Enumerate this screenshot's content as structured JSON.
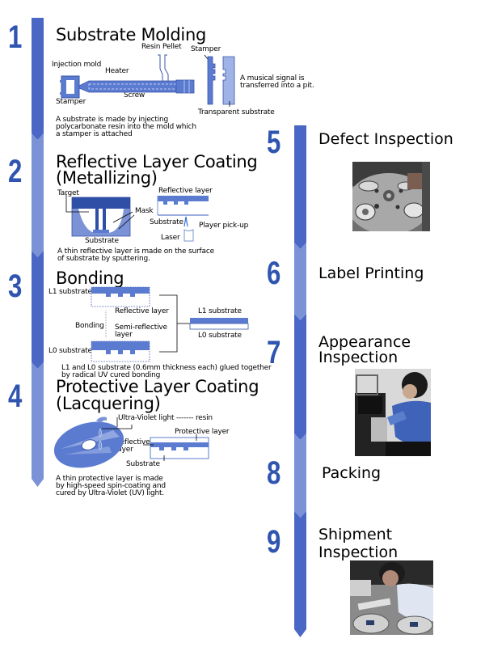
{
  "colors": {
    "bar_dark": "#4a67c6",
    "bar_light": "#7b93d6",
    "step_number": "#2f55b0",
    "diagram_fill": "#5b7bd0",
    "diagram_light": "#9fb3e6"
  },
  "steps": [
    {
      "number": "1",
      "title": "Substrate Molding",
      "labels": {
        "resin_pellet": "Resin Pellet",
        "stamper_top": "Stamper",
        "injection_mold": "Injection mold",
        "heater": "Heater",
        "screw": "Screw",
        "stamper_bottom": "Stamper",
        "transparent_substrate": "Transparent substrate",
        "signal_line1": "A musical signal is",
        "signal_line2": "transferred into a pit."
      },
      "description": [
        "A substrate is made by injecting",
        "polycarbonate resin into the mold which",
        "a stamper is attached"
      ]
    },
    {
      "number": "2",
      "title_line1": "Reflective Layer Coating",
      "title_line2": "(Metallizing)",
      "labels": {
        "target": "Target",
        "mask": "Mask",
        "substrate_left": "Substrate",
        "reflective_layer": "Reflective layer",
        "substrate_right": "Substrate",
        "player_pickup": "Player pick-up",
        "laser": "Laser"
      },
      "description": [
        "A thin reflective layer is made on the surface",
        "of substrate by sputtering."
      ]
    },
    {
      "number": "3",
      "title": "Bonding",
      "labels": {
        "l1_substrate": "L1 substrate",
        "reflective_layer": "Reflective layer",
        "bonding": "Bonding",
        "semi_reflective_1": "Semi-reflective",
        "semi_reflective_2": "layer",
        "l0_substrate": "L0 substrate",
        "l1_substrate_right": "L1 substrate",
        "l0_substrate_right": "L0 substrate"
      },
      "description": [
        "L1 and L0 substrate (0.6mm thickness each) glued together",
        "by radical UV cured bonding"
      ]
    },
    {
      "number": "4",
      "title_line1": "Protective Layer Coating",
      "title_line2": "(Lacquering)",
      "labels": {
        "uv_light": "Ultra-Violet light ------- resin",
        "protective_layer": "Protective layer",
        "reflective_1": "Reflective",
        "reflective_2": "layer",
        "substrate": "Substrate"
      },
      "description": [
        "A thin protective layer is made",
        "by high-speed spin-coating and",
        "cured by Ultra-Violet (UV) light."
      ]
    },
    {
      "number": "5",
      "title": "Defect Inspection",
      "photo": "defect-inspection-photo"
    },
    {
      "number": "6",
      "title": "Label Printing"
    },
    {
      "number": "7",
      "title_line1": "Appearance",
      "title_line2": "Inspection",
      "photo": "appearance-inspection-photo"
    },
    {
      "number": "8",
      "title": "Packing"
    },
    {
      "number": "9",
      "title_line1": "Shipment",
      "title_line2": "Inspection",
      "photo": "shipment-inspection-photo"
    }
  ]
}
